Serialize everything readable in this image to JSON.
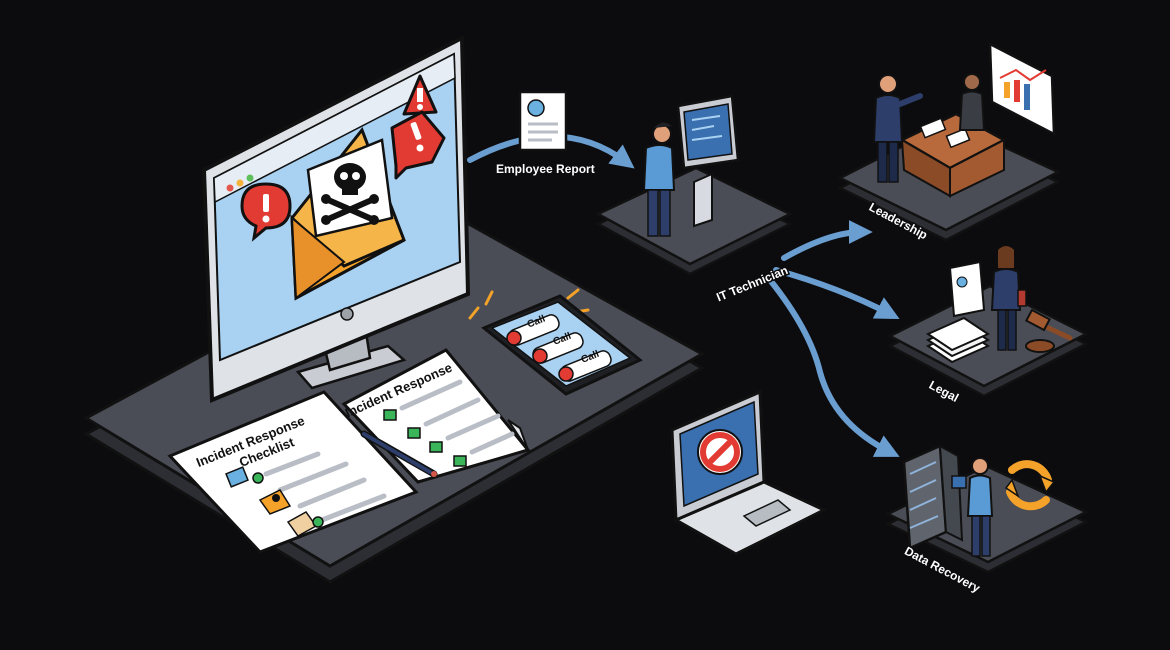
{
  "nodes": {
    "employee_report": "Employee Report",
    "it_technician": "IT Technician",
    "leadership": "Leadership",
    "legal": "Legal",
    "data_recovery": "Data Recovery"
  },
  "documents": {
    "checklist_title_line1": "Incident Response",
    "checklist_title_line2": "Checklist",
    "response_title": "Incident Response"
  },
  "phone": {
    "call_labels": [
      "Call",
      "Call",
      "Call"
    ]
  },
  "colors": {
    "background": "#0c0c0f",
    "platform": "#4a4d55",
    "arrow": "#6a9ed0",
    "envelope": "#f4a229",
    "alert": "#e23b33",
    "screen": "#a9d1f2",
    "check": "#3bb55a"
  },
  "icons": [
    "skull-icon",
    "alert-icon",
    "envelope-icon",
    "phone-icon",
    "check-icon",
    "prohibited-icon",
    "refresh-icon",
    "gavel-icon",
    "chart-icon"
  ]
}
